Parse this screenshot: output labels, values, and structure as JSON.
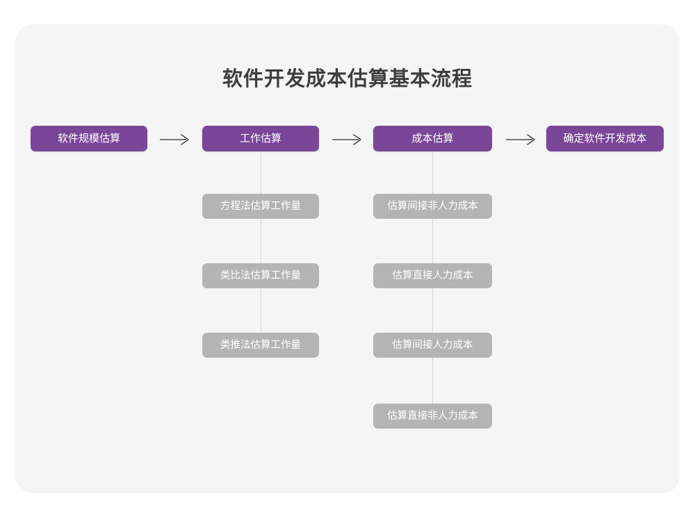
{
  "diagram": {
    "title": "软件开发成本估算基本流程",
    "background_color": "#f5f5f5",
    "stage_color": "#7a4698",
    "sub_color": "#b4b4b4",
    "arrow_glyph": "arrow-right",
    "stages": [
      {
        "label": "软件规模估算",
        "children": []
      },
      {
        "label": "工作估算",
        "children": [
          {
            "label": "方程法估算工作量"
          },
          {
            "label": "类比法估算工作量"
          },
          {
            "label": "类推法估算工作量"
          }
        ]
      },
      {
        "label": "成本估算",
        "children": [
          {
            "label": "估算间接非人力成本"
          },
          {
            "label": "估算直接人力成本"
          },
          {
            "label": "估算间接人力成本"
          },
          {
            "label": "估算直接非人力成本"
          }
        ]
      },
      {
        "label": "确定软件开发成本",
        "children": []
      }
    ]
  }
}
